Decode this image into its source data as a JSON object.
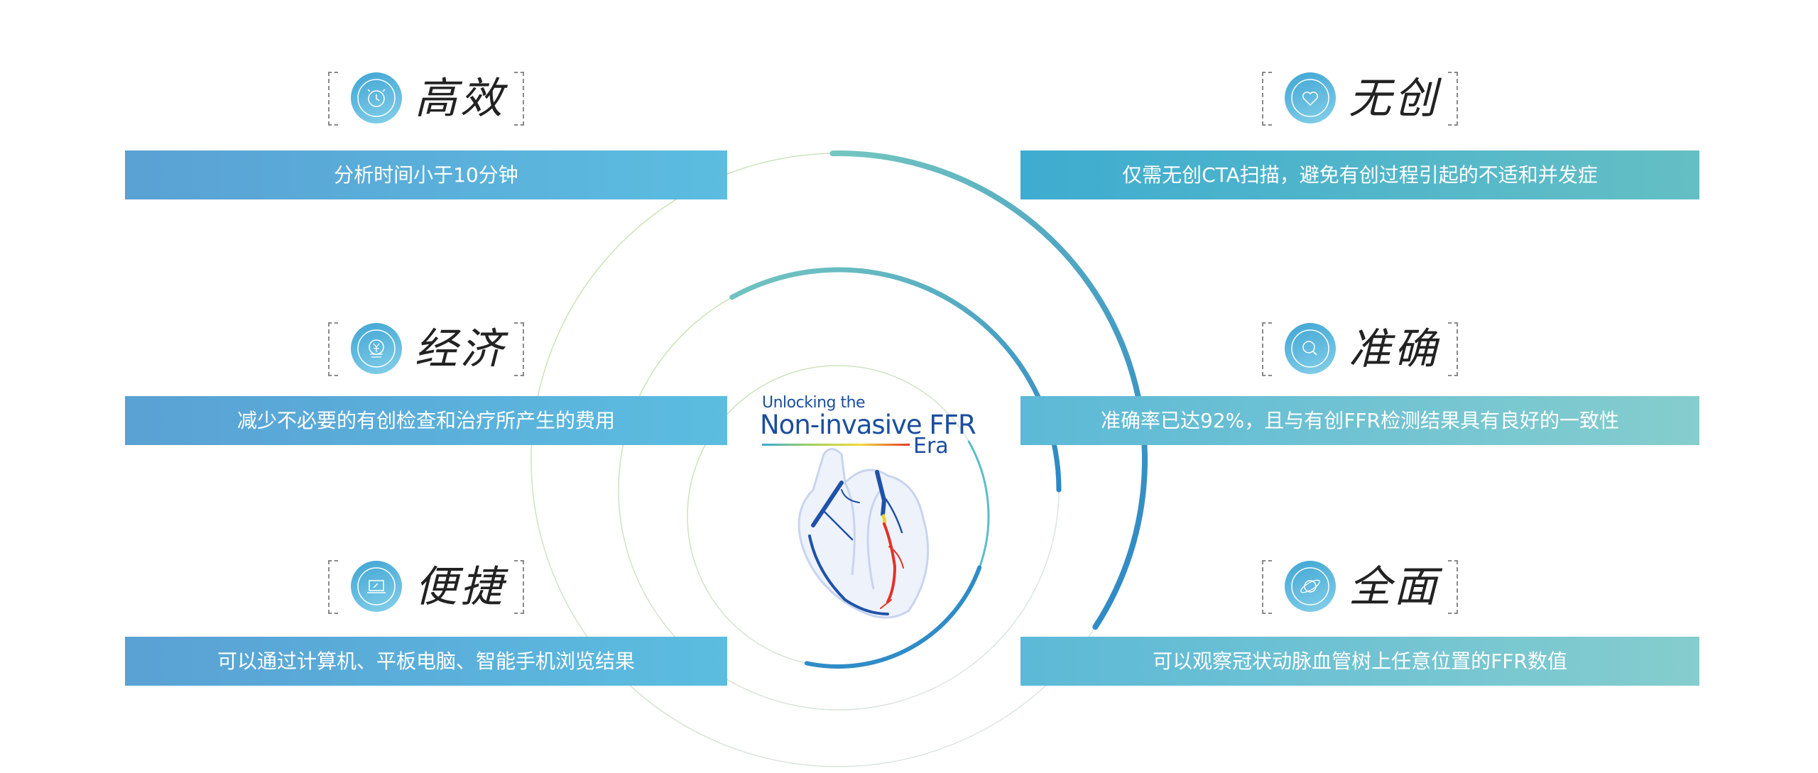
{
  "center_logo": {
    "line1": "Unlocking the",
    "line2": "Non-invasive FFR",
    "line3": "Era"
  },
  "features": [
    {
      "title": "高效",
      "icon": "alarm-clock-icon",
      "description": "分析时间小于10分钟"
    },
    {
      "title": "经济",
      "icon": "coin-icon",
      "description": "减少不必要的有创检查和治疗所产生的费用"
    },
    {
      "title": "便捷",
      "icon": "laptop-icon",
      "description": "可以通过计算机、平板电脑、智能手机浏览结果"
    },
    {
      "title": "无创",
      "icon": "heart-icon",
      "description": "仅需无创CTA扫描，避免有创过程引起的不适和并发症"
    },
    {
      "title": "准确",
      "icon": "magnifier-icon",
      "description": "准确率已达92%，且与有创FFR检测结果具有良好的一致性"
    },
    {
      "title": "全面",
      "icon": "planet-icon",
      "description": "可以观察冠状动脉血管树上任意位置的FFR数值"
    }
  ],
  "colors": {
    "accent_blue": "#2f8cc8",
    "accent_teal": "#6cc3c0"
  }
}
